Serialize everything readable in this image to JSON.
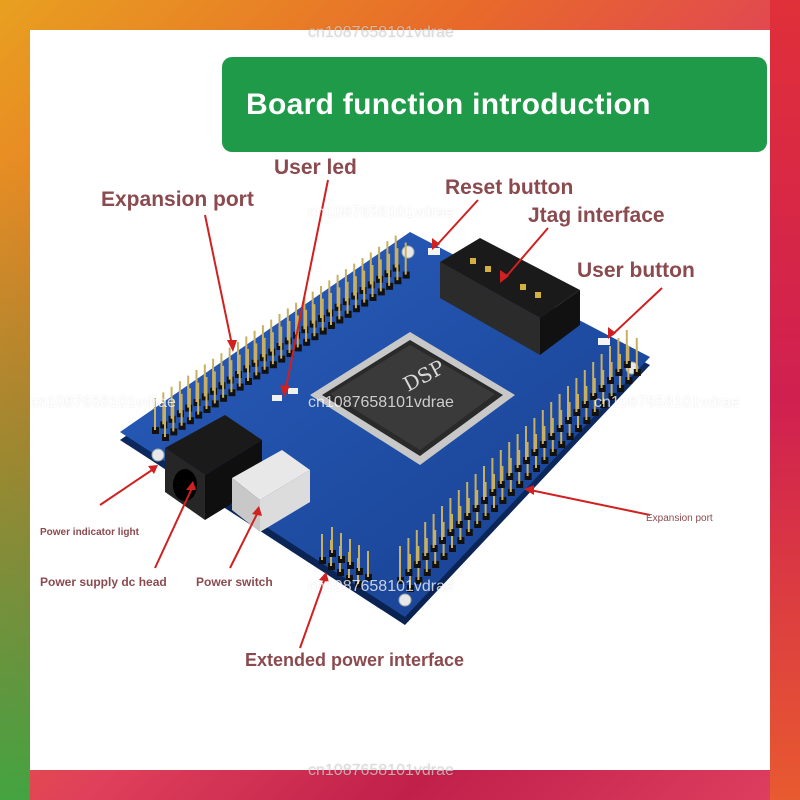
{
  "title": "Board function introduction",
  "chip_label": "DSP",
  "watermark": "cn1087658101vdrae",
  "labels": {
    "user_led": "User led",
    "reset_button": "Reset button",
    "expansion_port_top": "Expansion port",
    "jtag_interface": "Jtag interface",
    "user_button": "User button",
    "power_indicator_light": "Power indicator light",
    "power_supply_dc_head": "Power supply dc head",
    "power_switch": "Power switch",
    "expansion_port_right": "Expansion port",
    "extended_power_interface": "Extended power interface"
  },
  "colors": {
    "title_bg": "#1f9a48",
    "label_text": "#8a4a4e",
    "arrow": "#d02020",
    "board_blue": "#1d4ea8"
  }
}
